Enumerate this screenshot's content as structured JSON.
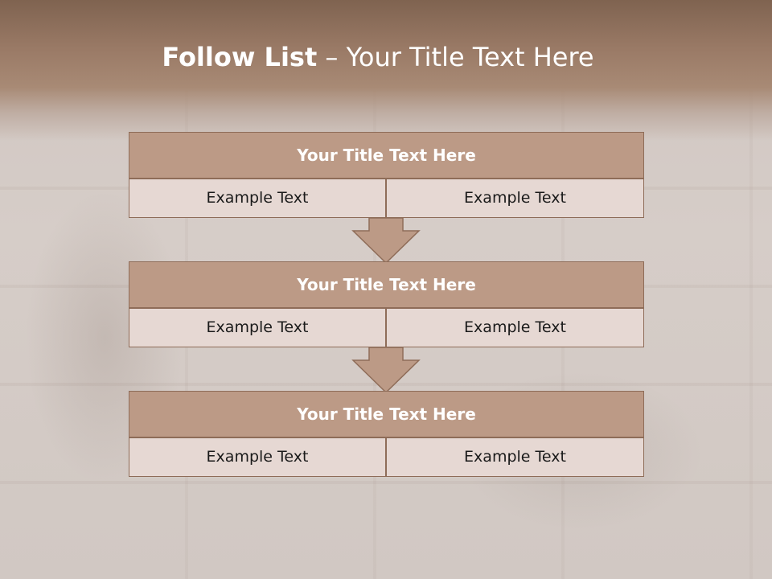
{
  "slide": {
    "title_bold": "Follow List",
    "title_rest": " – Your Title Text Here"
  },
  "steps": [
    {
      "title": "Your Title Text Here",
      "left": "Example Text",
      "right": "Example Text"
    },
    {
      "title": "Your Title Text Here",
      "left": "Example Text",
      "right": "Example Text"
    },
    {
      "title": "Your Title Text Here",
      "left": "Example Text",
      "right": "Example Text"
    }
  ],
  "colors": {
    "header": "#9a7a66",
    "title_fill": "#bc9a86",
    "cell_fill": "#e6d8d3",
    "border": "#8e6c58"
  }
}
